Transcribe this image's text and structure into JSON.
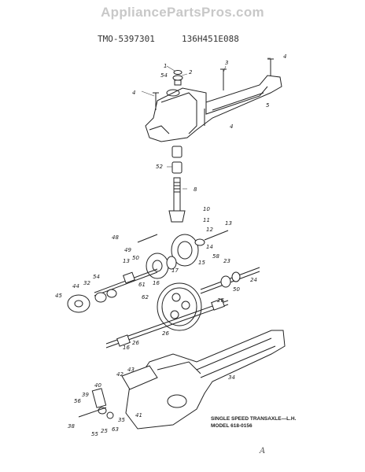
{
  "header": {
    "watermark": "AppliancePartsPros.com",
    "code_left": "TMO-5397301",
    "code_right": "136H451E088"
  },
  "caption": {
    "line1": "SINGLE SPEED TRANSAXLE—L.H.",
    "line2": "MODEL 618-0156"
  },
  "corner_mark": "A",
  "callouts": [
    "1",
    "54",
    "2",
    "3",
    "4",
    "4",
    "5",
    "4",
    "52",
    "8",
    "10",
    "11",
    "12",
    "13",
    "48",
    "49",
    "50",
    "14",
    "58",
    "13",
    "61",
    "16",
    "17",
    "15",
    "23",
    "54",
    "32",
    "44",
    "45",
    "62",
    "50",
    "26",
    "24",
    "26",
    "16",
    "26",
    "34",
    "42",
    "43",
    "40",
    "39",
    "56",
    "41",
    "35",
    "38",
    "55",
    "25",
    "63"
  ]
}
